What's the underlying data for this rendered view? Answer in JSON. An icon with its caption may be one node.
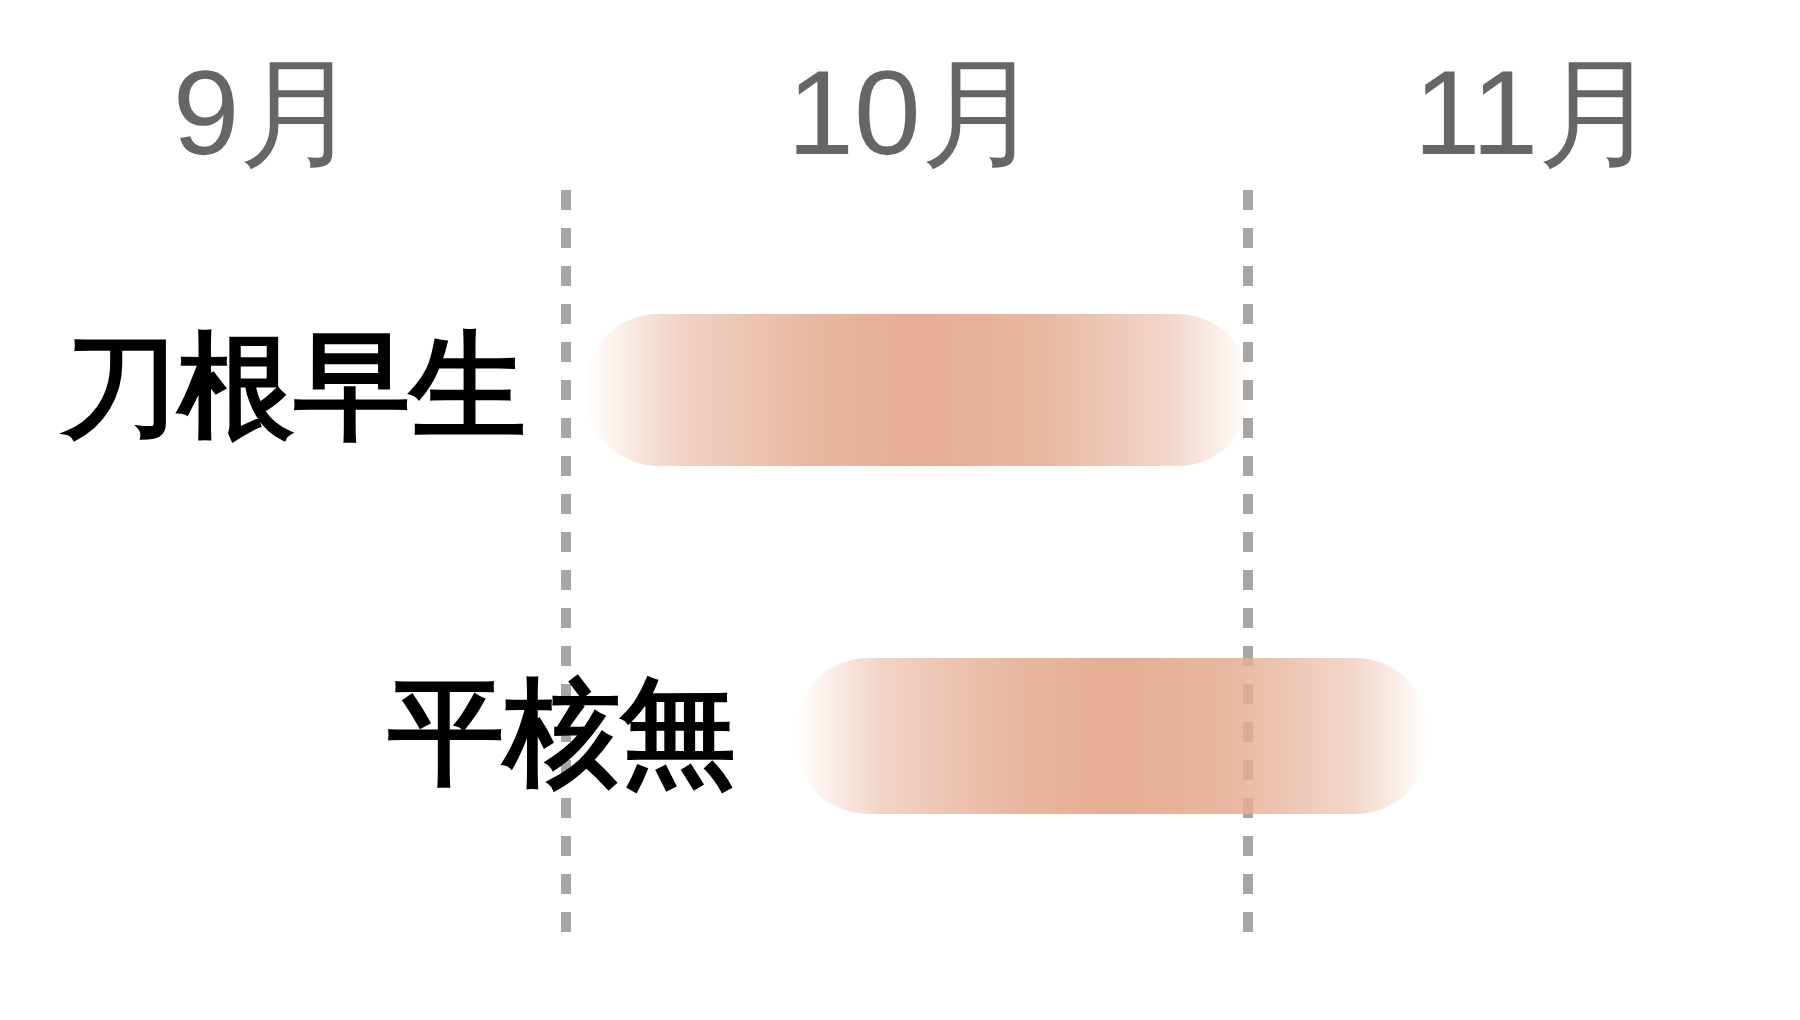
{
  "diagram": {
    "nodes": [
      {
        "text": [],
        "shape": "bar",
        "beside": [
          "刀根早生"
        ]
      },
      {
        "text": [],
        "shape": "bar",
        "beside": [
          "平核無"
        ]
      }
    ],
    "labels": [
      "9月",
      "10月",
      "11月"
    ]
  }
}
